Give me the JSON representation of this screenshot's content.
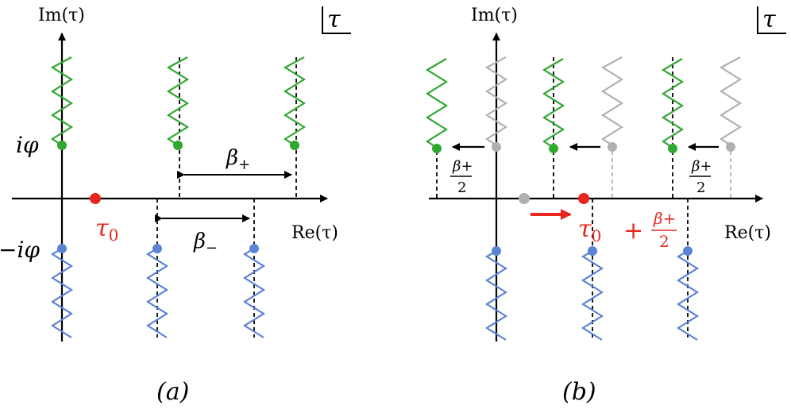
{
  "colors": {
    "green": "#2fa82f",
    "blue": "#5b83d6",
    "red": "#e8261e",
    "gray": "#b0b0b0",
    "axis": "#000000"
  },
  "panel_a": {
    "im_axis_label": "Im(τ)",
    "re_axis_label": "Re(τ)",
    "plane_label": "τ",
    "upper_point_label": "iφ",
    "lower_point_label": "−iφ",
    "tau0_label": "τ",
    "tau0_subscript": "0",
    "beta_plus_symbol": "β",
    "beta_plus_sub": "+",
    "beta_minus_symbol": "β",
    "beta_minus_sub": "−",
    "caption": "(a)"
  },
  "panel_b": {
    "im_axis_label": "Im(τ)",
    "re_axis_label": "Re(τ)",
    "plane_label": "τ",
    "shift_numerator": "β+",
    "shift_denominator": "2",
    "shifted_tau0_label": "τ",
    "shifted_tau0_subscript": "0",
    "shifted_tau0_plus": "+",
    "shifted_tau0_frac_num": "β+",
    "shifted_tau0_frac_den": "2",
    "caption": "(b)"
  }
}
